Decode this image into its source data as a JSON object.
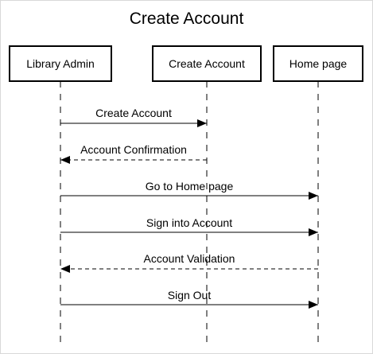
{
  "diagram": {
    "title": "Create Account",
    "participants": [
      {
        "id": "library-admin",
        "label": "Library Admin"
      },
      {
        "id": "create-account",
        "label": "Create Account"
      },
      {
        "id": "home-page",
        "label": "Home page"
      }
    ],
    "messages": [
      {
        "from": "library-admin",
        "to": "create-account",
        "label": "Create Account",
        "style": "solid"
      },
      {
        "from": "create-account",
        "to": "library-admin",
        "label": "Account Confirmation",
        "style": "dashed"
      },
      {
        "from": "library-admin",
        "to": "home-page",
        "label": "Go to Home page",
        "style": "solid"
      },
      {
        "from": "library-admin",
        "to": "home-page",
        "label": "Sign into Account",
        "style": "solid"
      },
      {
        "from": "home-page",
        "to": "library-admin",
        "label": "Account Validation",
        "style": "dashed"
      },
      {
        "from": "library-admin",
        "to": "home-page",
        "label": "Sign Out",
        "style": "solid"
      }
    ]
  }
}
